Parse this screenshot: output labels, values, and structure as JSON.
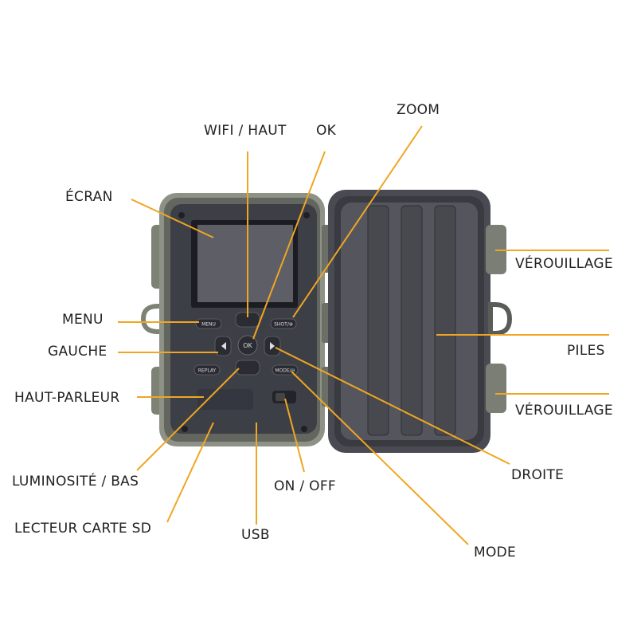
{
  "labels": {
    "wifi_haut": "WIFI / HAUT",
    "ok": "OK",
    "zoom": "ZOOM",
    "ecran": "ÉCRAN",
    "menu": "MENU",
    "gauche": "GAUCHE",
    "haut_parleur": "HAUT-PARLEUR",
    "luminosite_bas": "LUMINOSITÉ / BAS",
    "lecteur_sd": "LECTEUR CARTE SD",
    "usb": "USB",
    "on_off": "ON / OFF",
    "mode": "MODE",
    "droite": "DROITE",
    "piles": "PILES",
    "verrouillage_top": "VÉROUILLAGE",
    "verrouillage_bottom": "VÉROUILLAGE"
  },
  "buttons": {
    "menu": "MENU",
    "replay": "REPLAY",
    "shot": "SHOT/⊕",
    "mode": "MODE/⊖",
    "ok": "OK"
  },
  "colors": {
    "leader": "#F0A623",
    "body": "#4a4a52",
    "housing": "#8a8f85"
  }
}
